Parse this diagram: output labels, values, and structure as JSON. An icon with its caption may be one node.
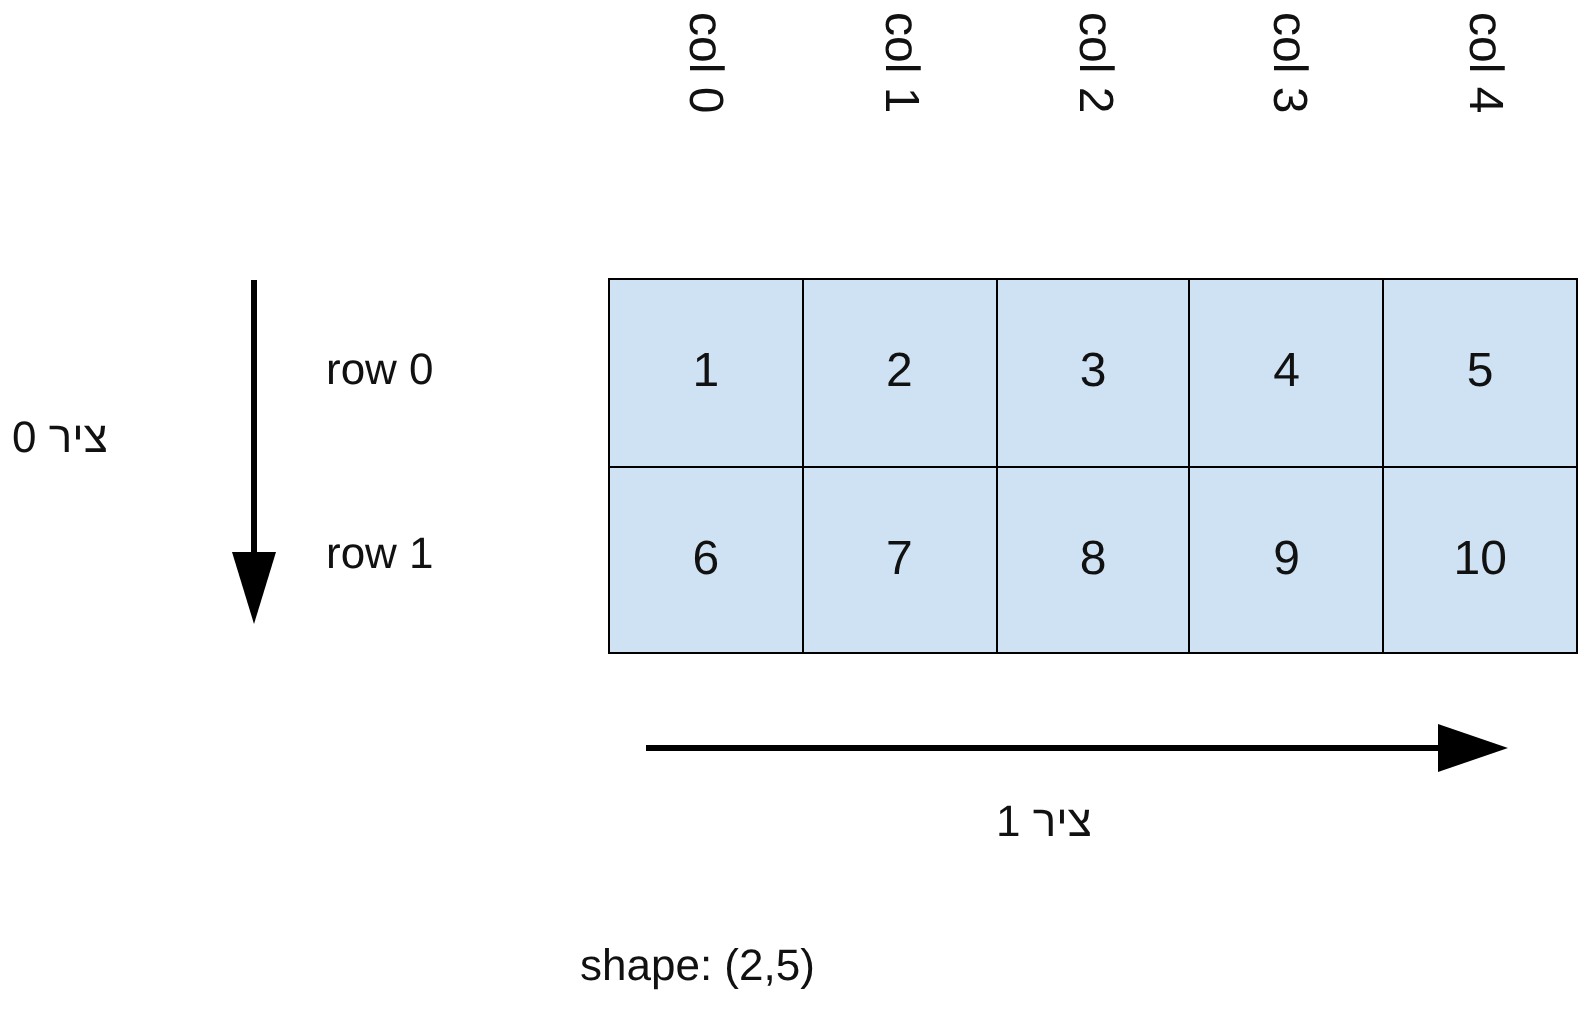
{
  "diagram": {
    "labels": [
      "col 0",
      "col 1",
      "col 2",
      "col 3",
      "col 4",
      "row 0",
      "1",
      "2",
      "3",
      "4",
      "5",
      "ציר 0",
      "row 1",
      "6",
      "7",
      "8",
      "9",
      "10",
      "ציר 1",
      "shape: (2,5)"
    ]
  }
}
